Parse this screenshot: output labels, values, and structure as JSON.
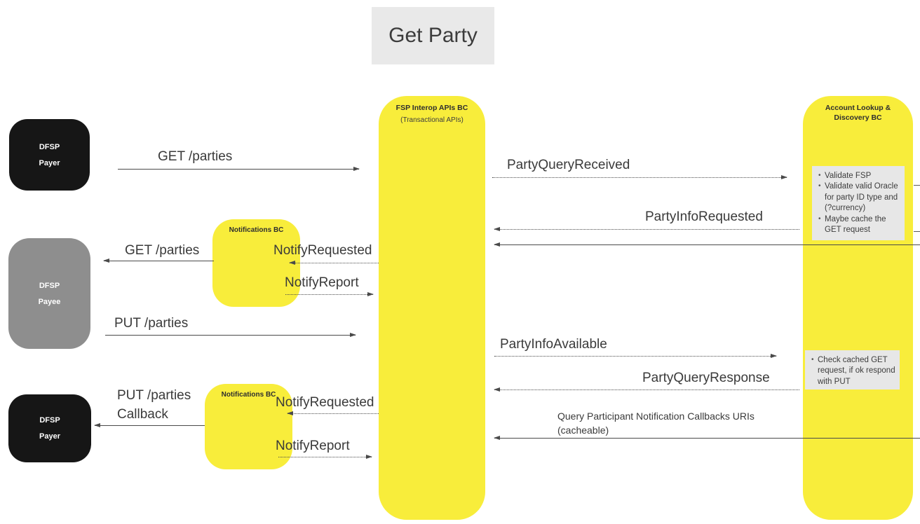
{
  "title": "Get Party",
  "actors": {
    "payer_top": {
      "line1": "DFSP",
      "line2": "Payer"
    },
    "payee": {
      "line1": "DFSP",
      "line2": "Payee"
    },
    "payer_bottom": {
      "line1": "DFSP",
      "line2": "Payer"
    }
  },
  "participants": {
    "fsp_interop": {
      "name": "FSP Interop APIs BC",
      "subtitle": "(Transactional APIs)"
    },
    "account_lookup": {
      "name": "Account Lookup & Discovery BC"
    },
    "notifications_top": {
      "name": "Notifications BC"
    },
    "notifications_bottom": {
      "name": "Notifications BC"
    }
  },
  "messages": {
    "get_parties_1": "GET /parties",
    "party_query_received": "PartyQueryReceived",
    "party_info_requested": "PartyInfoRequested",
    "get_parties_2": "GET /parties",
    "notify_requested_1": "NotifyRequested",
    "notify_report_1": "NotifyReport",
    "put_parties": "PUT /parties",
    "party_info_available": "PartyInfoAvailable",
    "party_query_response": "PartyQueryResponse",
    "put_parties_callback_line1": "PUT /parties",
    "put_parties_callback_line2": "Callback",
    "notify_requested_2": "NotifyRequested",
    "query_participant_line1": "Query Participant Notification Callbacks URIs",
    "query_participant_line2": "(cacheable)",
    "notify_report_2": "NotifyReport"
  },
  "notes": {
    "validate": {
      "items": [
        "Validate FSP",
        "Validate valid Oracle for party ID type and (?currency)",
        "Maybe cache the GET request"
      ]
    },
    "check_cached": {
      "items": [
        "Check cached GET request, if ok respond with PUT"
      ]
    }
  },
  "colors": {
    "participant_yellow": "#F8ED3B",
    "actor_black": "#161616",
    "actor_gray": "#8E8E8E",
    "note_gray": "#E7E7E7",
    "title_background": "#E9E9E9",
    "line": "#4A4A4A",
    "text": "#3A3A3A"
  }
}
